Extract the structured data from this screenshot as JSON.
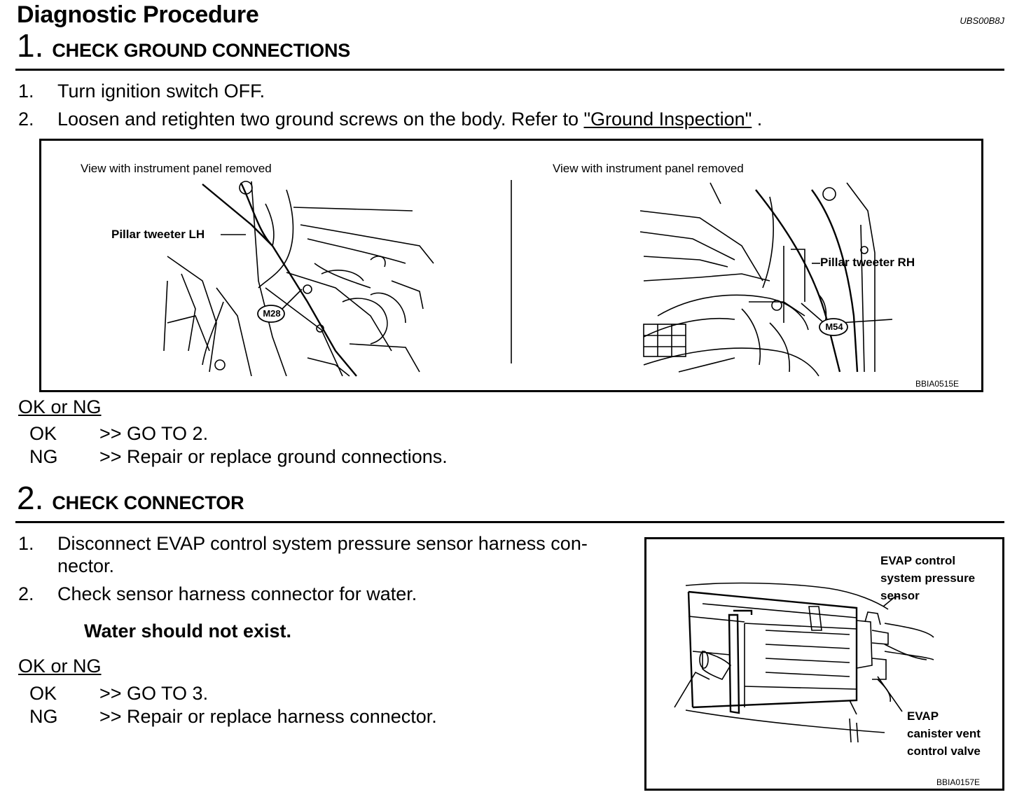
{
  "header": {
    "title": "Diagnostic Procedure",
    "code": "UBS00B8J"
  },
  "step1": {
    "number": "1.",
    "title": "CHECK GROUND CONNECTIONS",
    "items": [
      {
        "n": "1.",
        "text": "Turn ignition switch OFF."
      },
      {
        "n": "2.",
        "text_before": "Loosen and retighten two ground screws on the body. Refer to ",
        "link": "\"Ground Inspection\"",
        "text_after": " ."
      }
    ],
    "figure": {
      "left_caption": "View with instrument panel removed",
      "right_caption": "View with instrument panel removed",
      "left_label": "Pillar tweeter LH",
      "right_label": "Pillar tweeter RH",
      "left_connector": "M28",
      "right_connector": "M54",
      "code": "BBIA0515E"
    },
    "okng_label": "OK or NG",
    "results": [
      {
        "key": "OK",
        "text": ">> GO TO 2."
      },
      {
        "key": "NG",
        "text": ">> Repair or replace ground connections."
      }
    ]
  },
  "step2": {
    "number": "2.",
    "title": "CHECK CONNECTOR",
    "items": [
      {
        "n": "1.",
        "text": "Disconnect EVAP control system pressure sensor harness con-",
        "text2": "nector."
      },
      {
        "n": "2.",
        "text": "Check sensor harness connector for water."
      }
    ],
    "emphasis": "Water should not exist.",
    "figure": {
      "label_top": [
        "EVAP control",
        "system pressure",
        "sensor"
      ],
      "label_bottom": [
        "EVAP",
        "canister vent",
        "control valve"
      ],
      "code": "BBIA0157E"
    },
    "okng_label": "OK or NG",
    "results": [
      {
        "key": "OK",
        "text": ">> GO TO 3."
      },
      {
        "key": "NG",
        "text": ">> Repair or replace harness connector."
      }
    ]
  }
}
